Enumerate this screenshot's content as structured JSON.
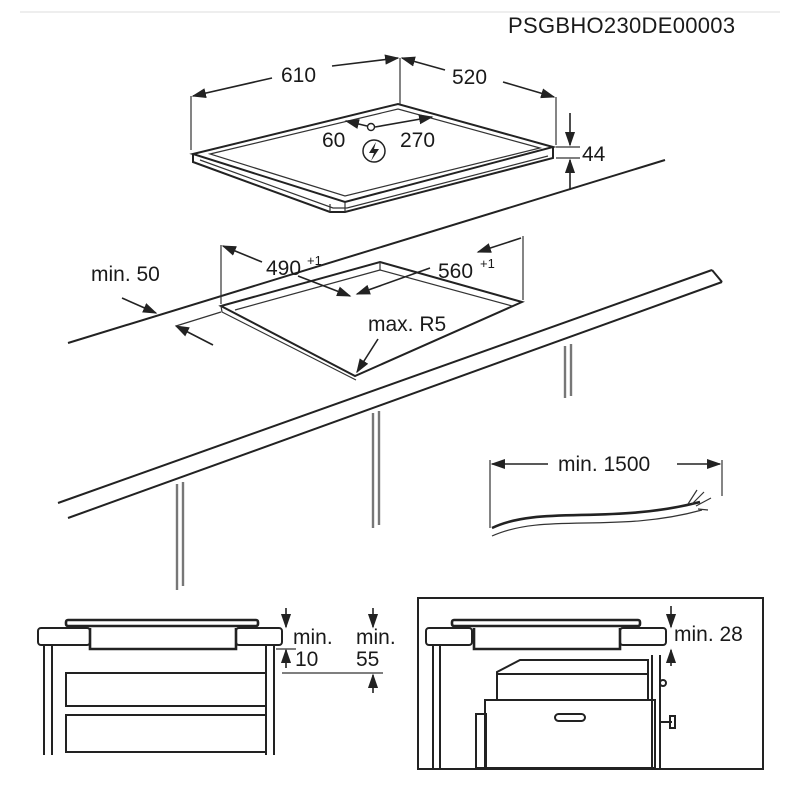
{
  "product_code": "PSGBHO230DE00003",
  "hob": {
    "width": "610",
    "depth": "520",
    "height": "44",
    "connection_left": "60",
    "connection_right": "270",
    "electric_symbol_icon": "lightning-bolt-in-circle"
  },
  "cutout": {
    "width": "490",
    "width_tolerance": "+1",
    "depth": "560",
    "depth_tolerance": "+1",
    "front_clearance": "min. 50",
    "corner_radius": "max. R5"
  },
  "cable": {
    "length": "min. 1500"
  },
  "section_drawer": {
    "label_a_line1": "min.",
    "label_a_line2": "10",
    "label_b_line1": "min.",
    "label_b_line2": "55"
  },
  "section_oven": {
    "label": "min. 28"
  }
}
